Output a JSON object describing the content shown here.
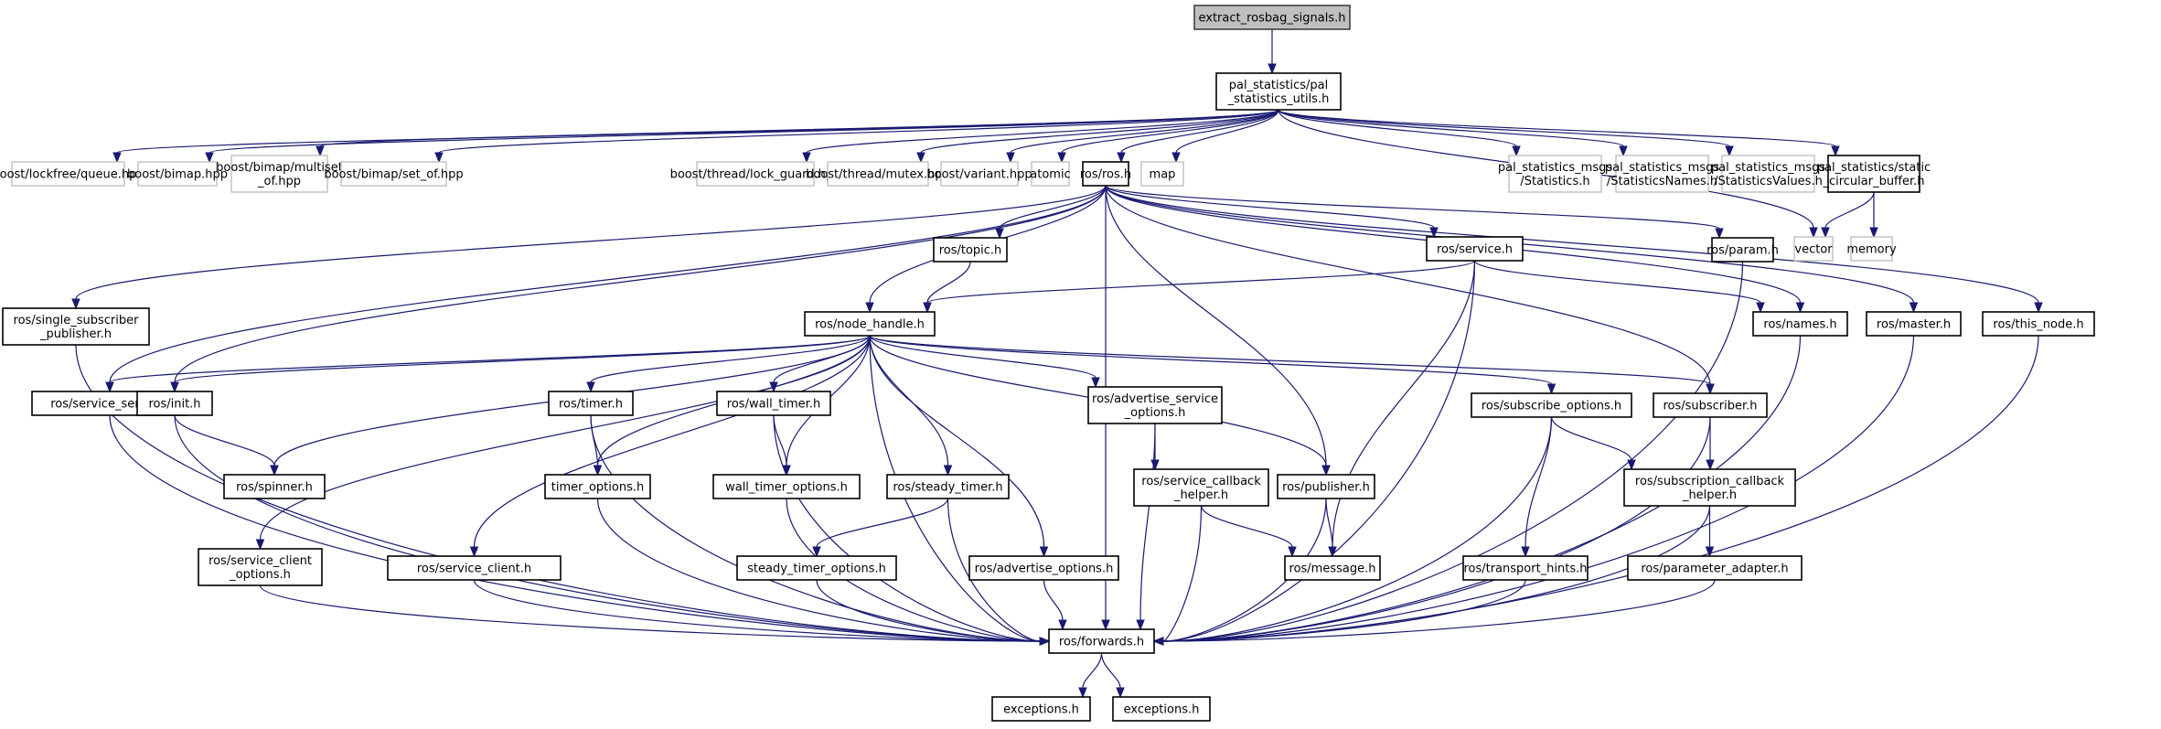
{
  "diagram": {
    "type": "include-dependency-graph",
    "colors": {
      "edge": "#191970",
      "root_fill": "#bfbfbf",
      "external_border": "#bfbfbf",
      "node_border": "#000000"
    },
    "nodes": [
      {
        "id": "root",
        "lines": [
          "extract_rosbag_signals.h"
        ],
        "kind": "root"
      },
      {
        "id": "utils",
        "lines": [
          "pal_statistics/pal",
          "_statistics_utils.h"
        ],
        "kind": "local"
      },
      {
        "id": "queue",
        "lines": [
          "boost/lockfree/queue.hpp"
        ],
        "kind": "external"
      },
      {
        "id": "bimap",
        "lines": [
          "boost/bimap.hpp"
        ],
        "kind": "external"
      },
      {
        "id": "multiset",
        "lines": [
          "boost/bimap/multiset",
          "_of.hpp"
        ],
        "kind": "external"
      },
      {
        "id": "setof",
        "lines": [
          "boost/bimap/set_of.hpp"
        ],
        "kind": "external"
      },
      {
        "id": "lockguard",
        "lines": [
          "boost/thread/lock_guard.hpp"
        ],
        "kind": "external"
      },
      {
        "id": "mutex",
        "lines": [
          "boost/thread/mutex.hpp"
        ],
        "kind": "external"
      },
      {
        "id": "variant",
        "lines": [
          "boost/variant.hpp"
        ],
        "kind": "external"
      },
      {
        "id": "atomic",
        "lines": [
          "atomic"
        ],
        "kind": "external"
      },
      {
        "id": "ros",
        "lines": [
          "ros/ros.h"
        ],
        "kind": "local"
      },
      {
        "id": "map",
        "lines": [
          "map"
        ],
        "kind": "external"
      },
      {
        "id": "stats",
        "lines": [
          "pal_statistics_msgs",
          "/Statistics.h"
        ],
        "kind": "external"
      },
      {
        "id": "statsnames",
        "lines": [
          "pal_statistics_msgs",
          "/StatisticsNames.h"
        ],
        "kind": "external"
      },
      {
        "id": "statsvalues",
        "lines": [
          "pal_statistics_msgs",
          "/StatisticsValues.h"
        ],
        "kind": "external"
      },
      {
        "id": "circbuf",
        "lines": [
          "pal_statistics/static",
          "_circular_buffer.h"
        ],
        "kind": "local"
      },
      {
        "id": "vector",
        "lines": [
          "vector"
        ],
        "kind": "external"
      },
      {
        "id": "memory",
        "lines": [
          "memory"
        ],
        "kind": "external"
      },
      {
        "id": "param",
        "lines": [
          "ros/param.h"
        ],
        "kind": "local"
      },
      {
        "id": "topic",
        "lines": [
          "ros/topic.h"
        ],
        "kind": "local"
      },
      {
        "id": "service",
        "lines": [
          "ros/service.h"
        ],
        "kind": "local"
      },
      {
        "id": "ssp",
        "lines": [
          "ros/single_subscriber",
          "_publisher.h"
        ],
        "kind": "local"
      },
      {
        "id": "nodehandle",
        "lines": [
          "ros/node_handle.h"
        ],
        "kind": "local"
      },
      {
        "id": "names",
        "lines": [
          "ros/names.h"
        ],
        "kind": "local"
      },
      {
        "id": "master",
        "lines": [
          "ros/master.h"
        ],
        "kind": "local"
      },
      {
        "id": "thisnode",
        "lines": [
          "ros/this_node.h"
        ],
        "kind": "local"
      },
      {
        "id": "servserver",
        "lines": [
          "ros/service_server.h"
        ],
        "kind": "local"
      },
      {
        "id": "init",
        "lines": [
          "ros/init.h"
        ],
        "kind": "local"
      },
      {
        "id": "timer",
        "lines": [
          "ros/timer.h"
        ],
        "kind": "local"
      },
      {
        "id": "walltimer",
        "lines": [
          "ros/wall_timer.h"
        ],
        "kind": "local"
      },
      {
        "id": "advservopts",
        "lines": [
          "ros/advertise_service",
          "_options.h"
        ],
        "kind": "local"
      },
      {
        "id": "subopts",
        "lines": [
          "ros/subscribe_options.h"
        ],
        "kind": "local"
      },
      {
        "id": "subscriber",
        "lines": [
          "ros/subscriber.h"
        ],
        "kind": "local"
      },
      {
        "id": "spinner",
        "lines": [
          "ros/spinner.h"
        ],
        "kind": "local"
      },
      {
        "id": "timeropts",
        "lines": [
          "timer_options.h"
        ],
        "kind": "local"
      },
      {
        "id": "walltimeropts",
        "lines": [
          "wall_timer_options.h"
        ],
        "kind": "local"
      },
      {
        "id": "steadytimer",
        "lines": [
          "ros/steady_timer.h"
        ],
        "kind": "local"
      },
      {
        "id": "servcbhelper",
        "lines": [
          "ros/service_callback",
          "_helper.h"
        ],
        "kind": "local"
      },
      {
        "id": "publisher",
        "lines": [
          "ros/publisher.h"
        ],
        "kind": "local"
      },
      {
        "id": "subcbhelper",
        "lines": [
          "ros/subscription_callback",
          "_helper.h"
        ],
        "kind": "local"
      },
      {
        "id": "servclientopts",
        "lines": [
          "ros/service_client",
          "_options.h"
        ],
        "kind": "local"
      },
      {
        "id": "servclient",
        "lines": [
          "ros/service_client.h"
        ],
        "kind": "local"
      },
      {
        "id": "steadytimeropts",
        "lines": [
          "steady_timer_options.h"
        ],
        "kind": "local"
      },
      {
        "id": "advopts",
        "lines": [
          "ros/advertise_options.h"
        ],
        "kind": "local"
      },
      {
        "id": "message",
        "lines": [
          "ros/message.h"
        ],
        "kind": "local"
      },
      {
        "id": "transporthints",
        "lines": [
          "ros/transport_hints.h"
        ],
        "kind": "local"
      },
      {
        "id": "paramadapter",
        "lines": [
          "ros/parameter_adapter.h"
        ],
        "kind": "local"
      },
      {
        "id": "forwards",
        "lines": [
          "ros/forwards.h"
        ],
        "kind": "local"
      },
      {
        "id": "exceptions1",
        "lines": [
          "exceptions.h"
        ],
        "kind": "local"
      },
      {
        "id": "exceptions2",
        "lines": [
          "exceptions.h"
        ],
        "kind": "local"
      }
    ],
    "edges": [
      [
        "root",
        "utils"
      ],
      [
        "utils",
        "queue"
      ],
      [
        "utils",
        "bimap"
      ],
      [
        "utils",
        "multiset"
      ],
      [
        "utils",
        "setof"
      ],
      [
        "utils",
        "lockguard"
      ],
      [
        "utils",
        "mutex"
      ],
      [
        "utils",
        "variant"
      ],
      [
        "utils",
        "atomic"
      ],
      [
        "utils",
        "ros"
      ],
      [
        "utils",
        "map"
      ],
      [
        "utils",
        "stats"
      ],
      [
        "utils",
        "statsnames"
      ],
      [
        "utils",
        "statsvalues"
      ],
      [
        "utils",
        "circbuf"
      ],
      [
        "utils",
        "vector"
      ],
      [
        "circbuf",
        "vector"
      ],
      [
        "circbuf",
        "memory"
      ],
      [
        "ros",
        "ssp"
      ],
      [
        "ros",
        "topic"
      ],
      [
        "ros",
        "nodehandle"
      ],
      [
        "ros",
        "service"
      ],
      [
        "ros",
        "param"
      ],
      [
        "ros",
        "names"
      ],
      [
        "ros",
        "master"
      ],
      [
        "ros",
        "thisnode"
      ],
      [
        "ros",
        "servserver"
      ],
      [
        "ros",
        "init"
      ],
      [
        "ros",
        "publisher"
      ],
      [
        "ros",
        "subscriber"
      ],
      [
        "ros",
        "forwards"
      ],
      [
        "topic",
        "nodehandle"
      ],
      [
        "service",
        "nodehandle"
      ],
      [
        "service",
        "names"
      ],
      [
        "service",
        "message"
      ],
      [
        "service",
        "forwards"
      ],
      [
        "param",
        "forwards"
      ],
      [
        "ssp",
        "forwards"
      ],
      [
        "nodehandle",
        "servserver"
      ],
      [
        "nodehandle",
        "init"
      ],
      [
        "nodehandle",
        "spinner"
      ],
      [
        "nodehandle",
        "servclientopts"
      ],
      [
        "nodehandle",
        "forwards"
      ],
      [
        "nodehandle",
        "servclient"
      ],
      [
        "nodehandle",
        "timer"
      ],
      [
        "nodehandle",
        "timeropts"
      ],
      [
        "nodehandle",
        "walltimer"
      ],
      [
        "nodehandle",
        "walltimeropts"
      ],
      [
        "nodehandle",
        "steadytimer"
      ],
      [
        "nodehandle",
        "advopts"
      ],
      [
        "nodehandle",
        "advservopts"
      ],
      [
        "nodehandle",
        "publisher"
      ],
      [
        "nodehandle",
        "subopts"
      ],
      [
        "nodehandle",
        "subscriber"
      ],
      [
        "names",
        "forwards"
      ],
      [
        "master",
        "forwards"
      ],
      [
        "thisnode",
        "forwards"
      ],
      [
        "servserver",
        "forwards"
      ],
      [
        "init",
        "spinner"
      ],
      [
        "init",
        "forwards"
      ],
      [
        "timer",
        "timeropts"
      ],
      [
        "timer",
        "forwards"
      ],
      [
        "walltimer",
        "walltimeropts"
      ],
      [
        "walltimer",
        "forwards"
      ],
      [
        "advservopts",
        "servcbhelper"
      ],
      [
        "advservopts",
        "forwards"
      ],
      [
        "subopts",
        "subcbhelper"
      ],
      [
        "subopts",
        "transporthints"
      ],
      [
        "subopts",
        "forwards"
      ],
      [
        "subscriber",
        "subcbhelper"
      ],
      [
        "subscriber",
        "forwards"
      ],
      [
        "timeropts",
        "forwards"
      ],
      [
        "walltimeropts",
        "forwards"
      ],
      [
        "steadytimer",
        "steadytimeropts"
      ],
      [
        "steadytimer",
        "forwards"
      ],
      [
        "servcbhelper",
        "message"
      ],
      [
        "servcbhelper",
        "forwards"
      ],
      [
        "publisher",
        "message"
      ],
      [
        "publisher",
        "forwards"
      ],
      [
        "subcbhelper",
        "paramadapter"
      ],
      [
        "subcbhelper",
        "forwards"
      ],
      [
        "servclientopts",
        "forwards"
      ],
      [
        "servclient",
        "forwards"
      ],
      [
        "steadytimeropts",
        "forwards"
      ],
      [
        "advopts",
        "forwards"
      ],
      [
        "transporthints",
        "forwards"
      ],
      [
        "paramadapter",
        "forwards"
      ],
      [
        "forwards",
        "exceptions1"
      ],
      [
        "forwards",
        "exceptions2"
      ]
    ]
  }
}
